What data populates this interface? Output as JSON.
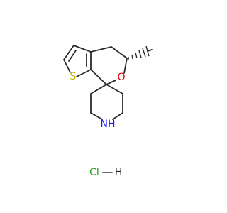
{
  "molecule": {
    "atoms": {
      "sulfur": {
        "symbol": "S",
        "color": "#c8b400"
      },
      "oxygen": {
        "symbol": "O",
        "color": "#e00000"
      },
      "nitrogen": {
        "symbol": "NH",
        "color": "#1a1aff"
      },
      "salt": {
        "symbol": "HCl",
        "color": "#1aa01a"
      }
    },
    "salt_bond_partner": "H"
  },
  "colors": {
    "bond": "#2b2b2b",
    "background": "#ffffff"
  }
}
